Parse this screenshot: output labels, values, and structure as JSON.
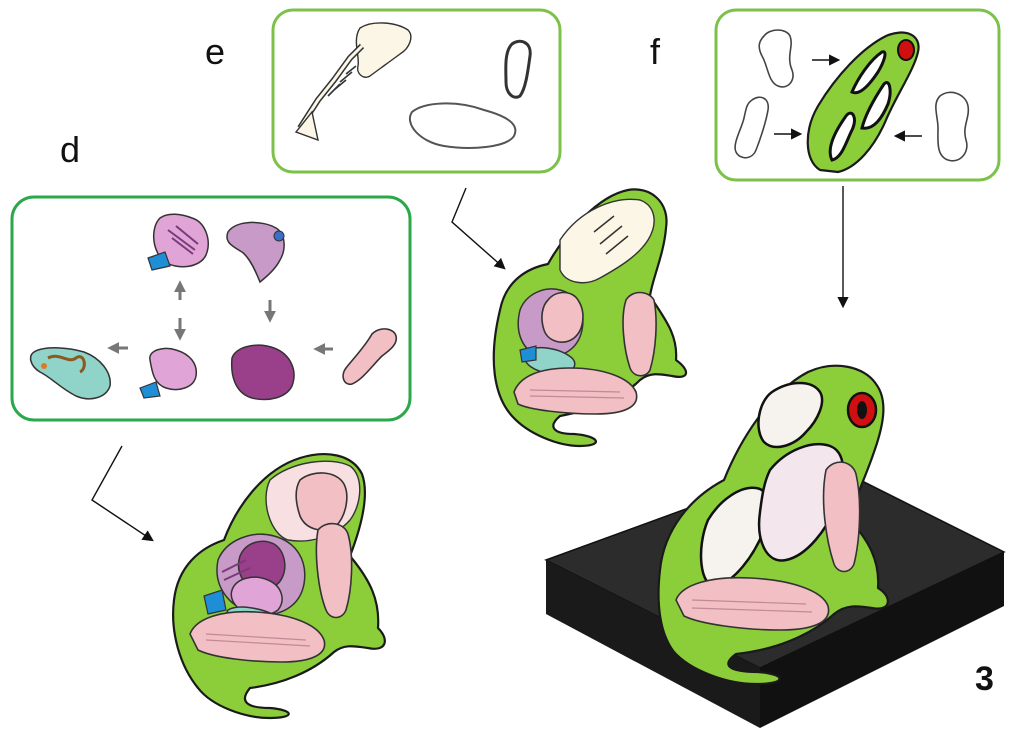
{
  "labels": {
    "panel_d": "d",
    "panel_e": "e",
    "panel_f": "f",
    "figure_number": "3"
  },
  "colors": {
    "panel_border": "#7cc24a",
    "frog_skin": "#8ccd3a",
    "muscle_pink": "#f2bfc5",
    "bone": "#fbf6e6",
    "liver_purple": "#9a3f8a",
    "heart_lilac": "#c79ac8",
    "intestine_teal": "#8fd3c9",
    "vessel_blue": "#1e8fd6",
    "eye_red": "#d01010",
    "base_block": "#2c2c2c"
  }
}
